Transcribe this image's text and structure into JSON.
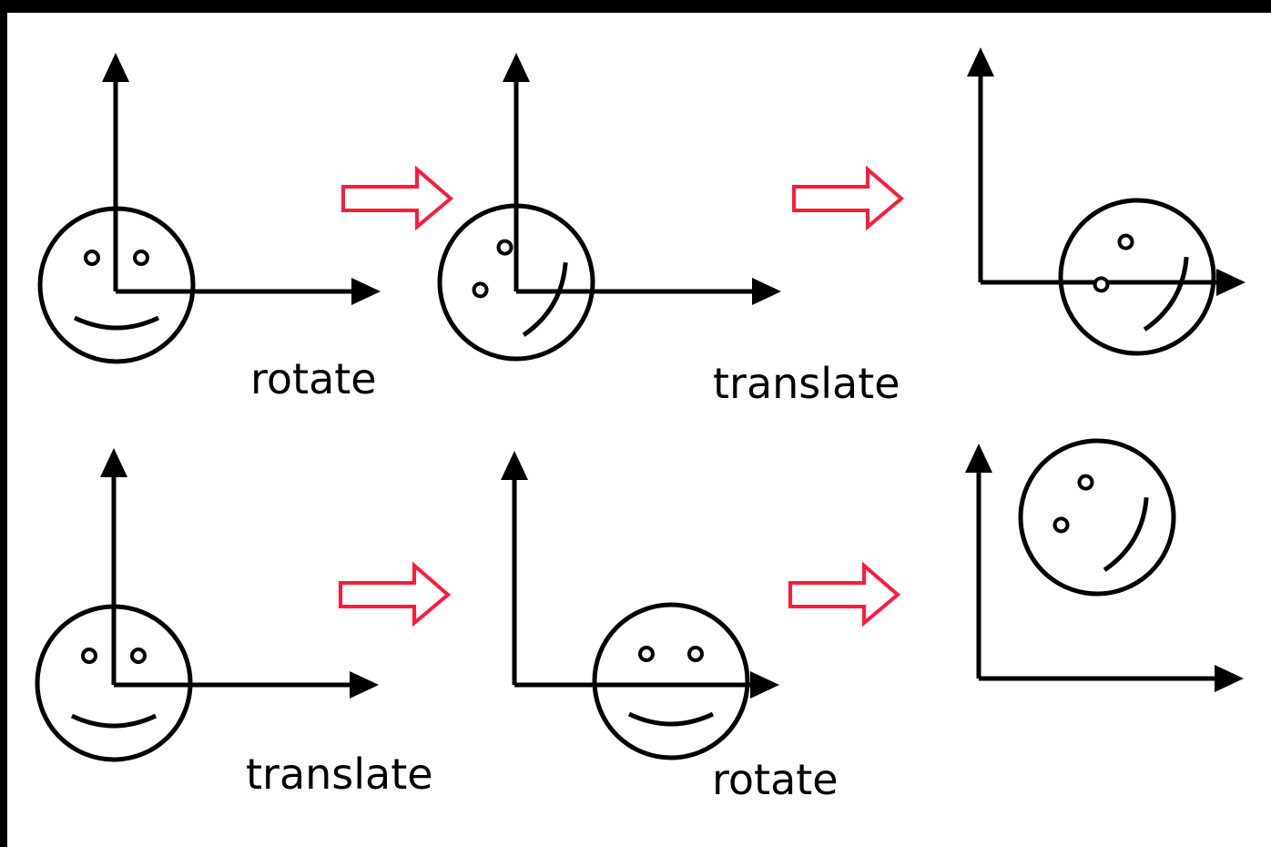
{
  "colors": {
    "background": "#ffffff",
    "border": "#000000",
    "ink": "#000000",
    "arrow": "#ff1a3c"
  },
  "rows": [
    {
      "step_labels": [
        "rotate",
        "translate"
      ]
    },
    {
      "step_labels": [
        "translate",
        "rotate"
      ]
    }
  ]
}
